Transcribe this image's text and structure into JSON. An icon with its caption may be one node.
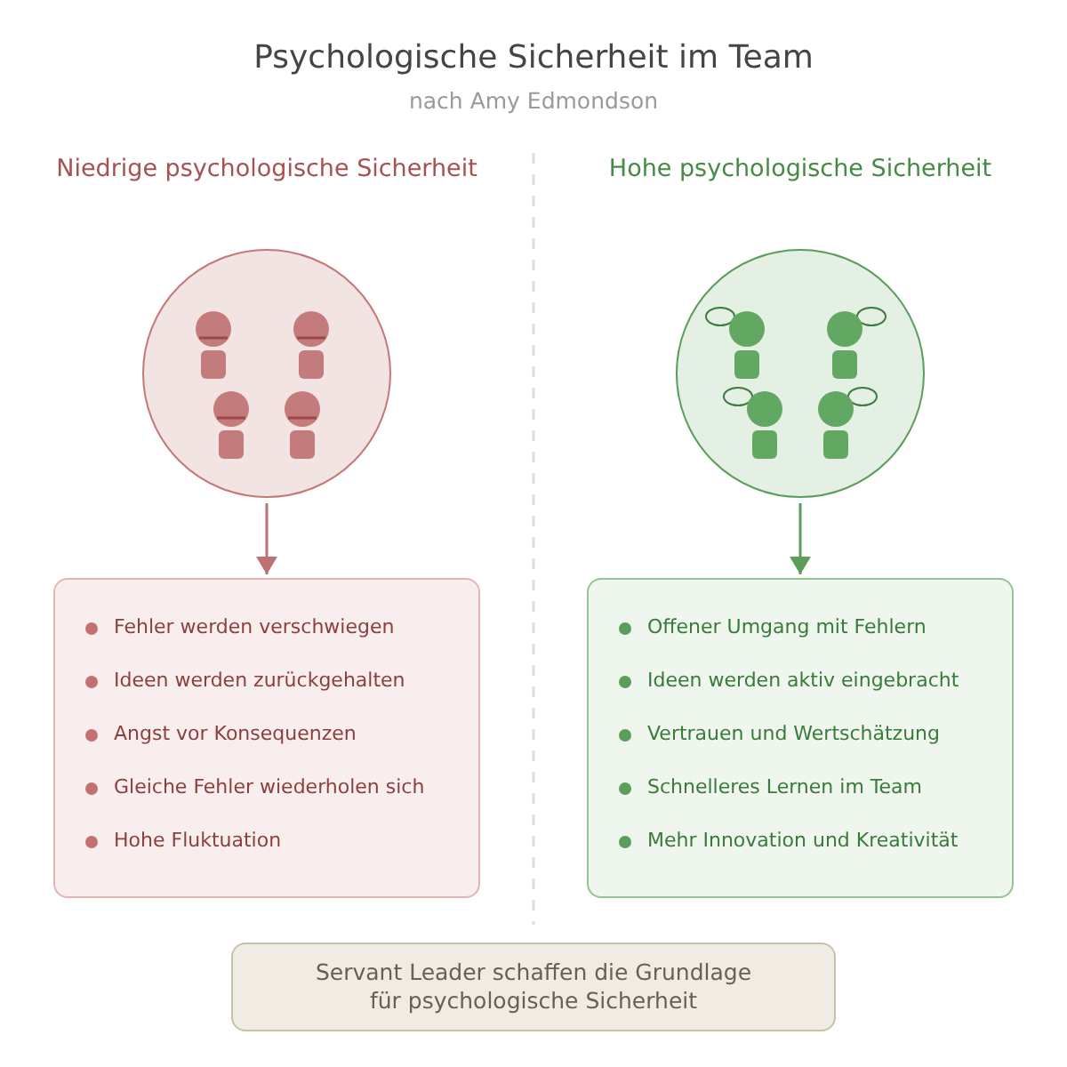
{
  "diagram": {
    "title": "Psychologische Sicherheit im Team",
    "nodes": [
      {
        "text": [],
        "shape": "circle"
      },
      {
        "text": [
          "Fehler werden verschwiegen",
          "Ideen werden zurückgehalten",
          "Angst vor Konsequenzen",
          "Gleiche Fehler wiederholen sich",
          "Hohe Fluktuation"
        ]
      },
      {
        "text": [],
        "shape": "circle"
      },
      {
        "text": [
          "Offener Umgang mit Fehlern",
          "Ideen werden aktiv eingebracht",
          "Vertrauen und Wertschätzung",
          "Schnelleres Lernen im Team",
          "Mehr Innovation und Kreativität"
        ]
      },
      {
        "text": [
          "Servant Leader schaffen die Grundlage für psychologische Sicherheit"
        ]
      }
    ],
    "edges": [
      {
        "from": 0,
        "to": 1,
        "arrow": "to",
        "color": "#c07070"
      },
      {
        "from": 2,
        "to": 3,
        "arrow": "to",
        "color": "#5a9e5a"
      }
    ],
    "labels": [
      "nach Amy Edmondson",
      "Niedrige psychologische Sicherheit",
      "Hohe psychologische Sicherheit"
    ]
  }
}
